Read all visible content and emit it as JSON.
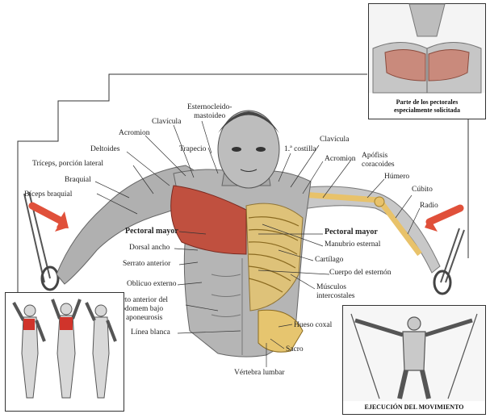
{
  "labels_left": {
    "esternocleido": "Esternocleido-\nmastoideo",
    "clavicula_l": "Clavícula",
    "acromion_l": "Acromion",
    "trapecio": "Trapecio",
    "deltoides": "Deltoides",
    "triceps": "Tríceps, porción lateral",
    "braquial": "Braquial",
    "biceps": "Bíceps braquial",
    "pectoral_mayor_l": "Pectoral mayor",
    "dorsal_ancho": "Dorsal ancho",
    "serrato": "Serrato anterior",
    "oblicuo": "Oblicuo externo",
    "recto": "Recto anterior del\nabdomem bajo\nla aponeurosis",
    "linea_blanca": "Línea blanca",
    "vertebra": "Vértebra lumbar"
  },
  "labels_right": {
    "clavicula_r": "Clavícula",
    "costilla": "1.ª costilla",
    "acromion_r": "Acromion",
    "apofisis": "Apófisis\ncoracoides",
    "humero": "Húmero",
    "cubito": "Cúbito",
    "radio": "Radio",
    "pectoral_mayor_r": "Pectoral mayor",
    "manubrio": "Manubrio esternal",
    "cartilago": "Cartílago",
    "cuerpo_esternon": "Cuerpo del esternón",
    "musculos_inter": "Músculos\nintercostales",
    "hueso_coxal": "Hueso coxal",
    "sacro": "Sacro"
  },
  "inset_top_caption": "Parte de los pectorales\nespecialmente solicitada",
  "inset_bottom_caption": "EJECUCIÓN DEL MOVIMIENTO",
  "colors": {
    "muscle_red": "#c0503f",
    "bone": "#e8c26a",
    "skin": "#b9b9b9",
    "arrow": "#e0503a"
  }
}
